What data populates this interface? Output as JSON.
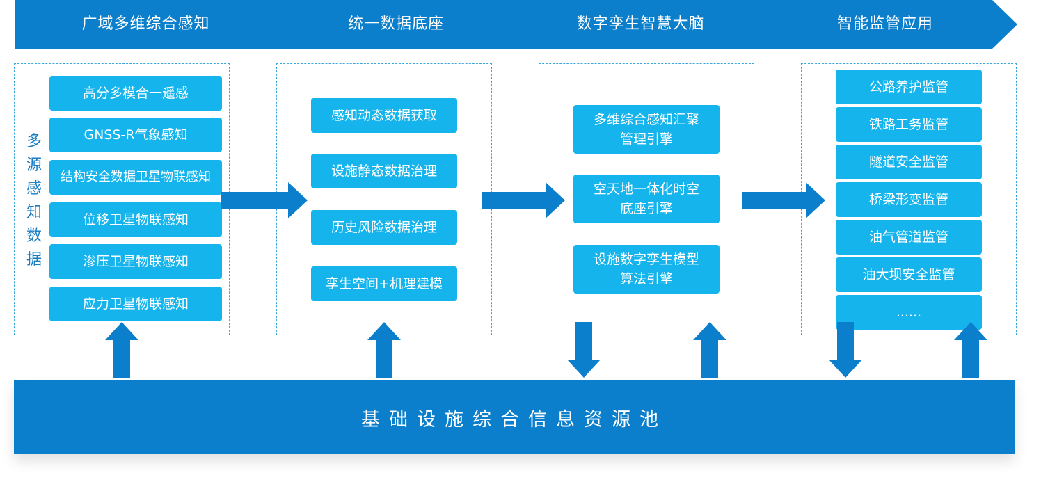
{
  "colors": {
    "chevron": "#0b7fcc",
    "box": "#15b4ec",
    "arrow": "#0b7fcc",
    "panel_border": "#39a7dc",
    "base": "#0b7fcc"
  },
  "stages": [
    {
      "label": "广域多维综合感知"
    },
    {
      "label": "统一数据底座"
    },
    {
      "label": "数字孪生智慧大脑"
    },
    {
      "label": "智能监管应用"
    }
  ],
  "panel1": {
    "side_label": [
      "多",
      "源",
      "感",
      "知",
      "数",
      "据"
    ],
    "items": [
      "高分多模合一遥感",
      "GNSS-R气象感知",
      "结构安全数据卫星物联感知",
      "位移卫星物联感知",
      "渗压卫星物联感知",
      "应力卫星物联感知"
    ]
  },
  "panel2": {
    "items": [
      "感知动态数据获取",
      "设施静态数据治理",
      "历史风险数据治理",
      "孪生空间+机理建模"
    ]
  },
  "panel3": {
    "items": [
      [
        "多维综合感知汇聚",
        "管理引擎"
      ],
      [
        "空天地一体化时空",
        "底座引擎"
      ],
      [
        "设施数字孪生模型",
        "算法引擎"
      ]
    ]
  },
  "panel4": {
    "items": [
      "公路养护监管",
      "铁路工务监管",
      "隧道安全监管",
      "桥梁形变监管",
      "油气管道监管",
      "油大坝安全监管",
      "......"
    ]
  },
  "base": {
    "label": "基础设施综合信息资源池"
  }
}
